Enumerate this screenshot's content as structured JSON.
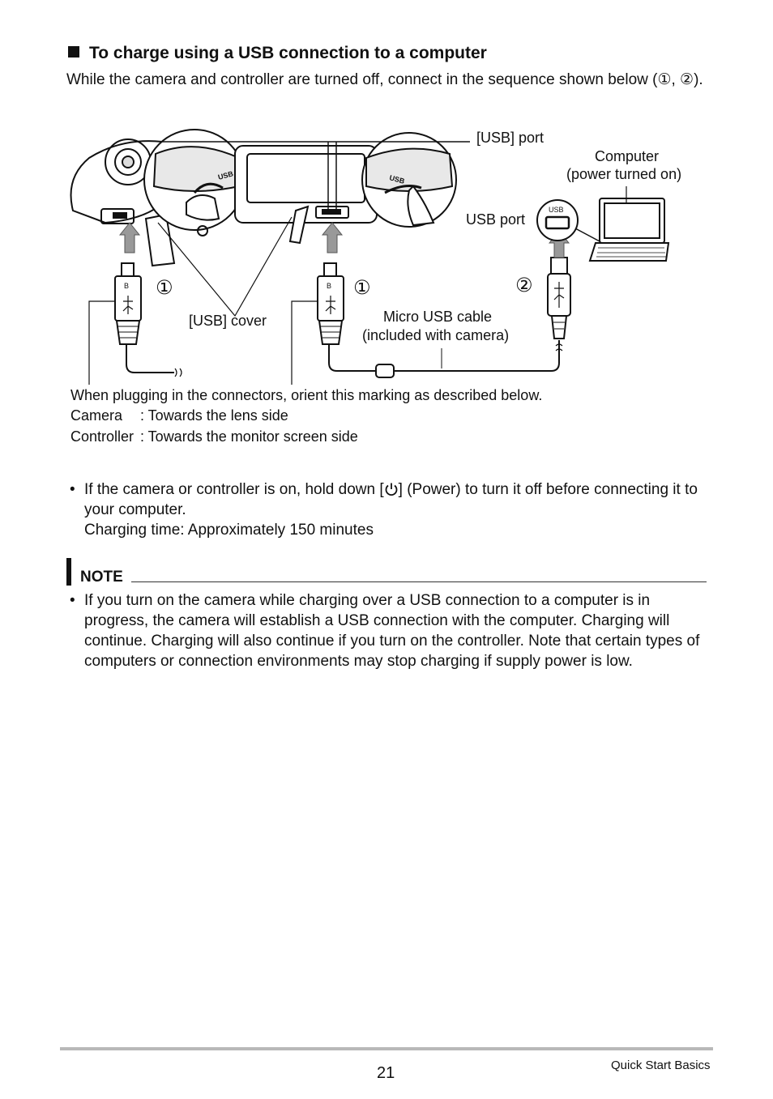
{
  "heading": "To charge using a USB connection to a computer",
  "intro": "While the camera and controller are turned off, connect in the sequence shown below (①, ②).",
  "diagram": {
    "usb_port_label": "[USB] port",
    "computer_label_line1": "Computer",
    "computer_label_line2": "(power turned on)",
    "usb_port_computer_label": "USB port",
    "usb_text": "USB",
    "usb_cover_label": "[USB] cover",
    "cable_label_line1": "Micro USB cable",
    "cable_label_line2": "(included with camera)",
    "step1": "①",
    "step2": "②",
    "connector_letter": "B"
  },
  "orientation": {
    "intro": "When plugging in the connectors, orient this marking as described below.",
    "camera_term": "Camera",
    "camera_desc": ": Towards the lens side",
    "controller_term": "Controller",
    "controller_desc": ": Towards the monitor screen side"
  },
  "bullet1": {
    "before_icon": "If the camera or controller is on, hold down [",
    "after_icon": "] (Power) to turn it off before connecting it to your computer.",
    "line3": "Charging time: Approximately 150 minutes",
    "icon": "power-icon"
  },
  "note": {
    "label": "NOTE",
    "text": "If you turn on the camera while charging over a USB connection to a computer is in progress, the camera will establish a USB connection with the computer. Charging will continue. Charging will also continue if you turn on the controller. Note that certain types of computers or connection environments may stop charging if supply power is low."
  },
  "footer": {
    "page_number": "21",
    "section": "Quick Start Basics"
  }
}
